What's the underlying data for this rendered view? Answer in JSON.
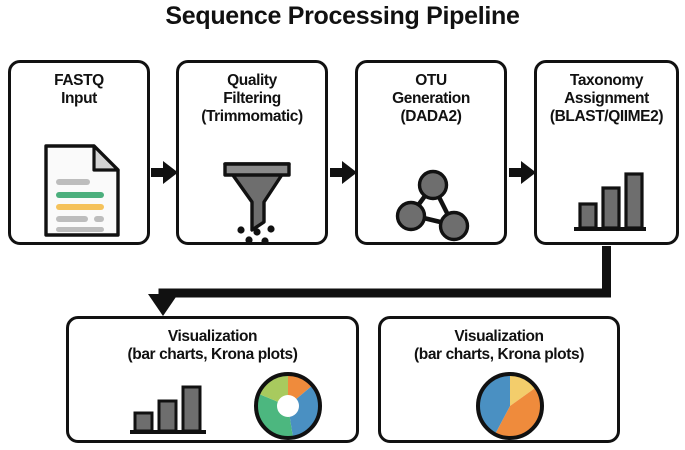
{
  "title": "Sequence Processing Pipeline",
  "colors": {
    "stroke": "#111111",
    "background": "#ffffff",
    "icon_gray": "#6e6e6e",
    "icon_gray_dark": "#5a5a5a",
    "doc_fill": "#fafafa",
    "doc_line_gray": "#bdbdbd",
    "doc_line_green": "#4caf7d",
    "doc_line_orange": "#f5c25b",
    "chart_blue": "#4a90c2",
    "chart_orange": "#ef8b3c",
    "chart_green": "#4cb77f",
    "chart_yellow_green": "#a8ca5e",
    "chart_yellow": "#f3cd6b"
  },
  "nodes": [
    {
      "id": "fastq-input",
      "label": "FASTQ\nInput",
      "icon": "document-icon"
    },
    {
      "id": "quality-filtering",
      "label": "Quality\nFiltering\n(Trimmomatic)",
      "icon": "funnel-icon"
    },
    {
      "id": "otu-generation",
      "label": "OTU\nGeneration\n(DADA2)",
      "icon": "network-graph-icon"
    },
    {
      "id": "taxonomy-assignment",
      "label": "Taxonomy\nAssignment\n(BLAST/QIIME2)",
      "icon": "bar-chart-icon"
    },
    {
      "id": "visualization-left",
      "label": "Visualization\n(bar charts, Krona plots)",
      "icon": "bar-chart-and-donut-icon"
    },
    {
      "id": "visualization-right",
      "label": "Visualization\n(bar charts, Krona plots)",
      "icon": "pie-chart-icon"
    }
  ],
  "arrows": [
    {
      "id": "arrow-fastq-to-quality",
      "direction": "right"
    },
    {
      "id": "arrow-quality-to-otu",
      "direction": "right"
    },
    {
      "id": "arrow-otu-to-taxonomy",
      "direction": "right"
    },
    {
      "id": "arrow-taxonomy-to-visualization",
      "direction": "elbow-down-left"
    }
  ],
  "chart_data": {
    "type": "pie",
    "title": "Sequence Processing Pipeline",
    "charts": [
      {
        "id": "taxonomy-bar-icon",
        "type": "bar",
        "categories": [
          "1",
          "2",
          "3"
        ],
        "values": [
          40,
          68,
          100
        ],
        "ylim": [
          0,
          100
        ]
      },
      {
        "id": "visualization-left-bar-icon",
        "type": "bar",
        "categories": [
          "1",
          "2",
          "3"
        ],
        "values": [
          40,
          68,
          100
        ],
        "ylim": [
          0,
          100
        ]
      },
      {
        "id": "visualization-left-donut-icon",
        "type": "pie",
        "labels": [
          "orange",
          "blue",
          "green",
          "yellow-green"
        ],
        "values": [
          12,
          33,
          37,
          18
        ],
        "colors": [
          "#ef8b3c",
          "#4a90c2",
          "#4cb77f",
          "#a8ca5e"
        ],
        "donut": true
      },
      {
        "id": "visualization-right-pie-icon",
        "type": "pie",
        "labels": [
          "yellow",
          "orange",
          "blue"
        ],
        "values": [
          12,
          48,
          40
        ],
        "colors": [
          "#f3cd6b",
          "#ef8b3c",
          "#4a90c2"
        ],
        "donut": false
      }
    ]
  }
}
